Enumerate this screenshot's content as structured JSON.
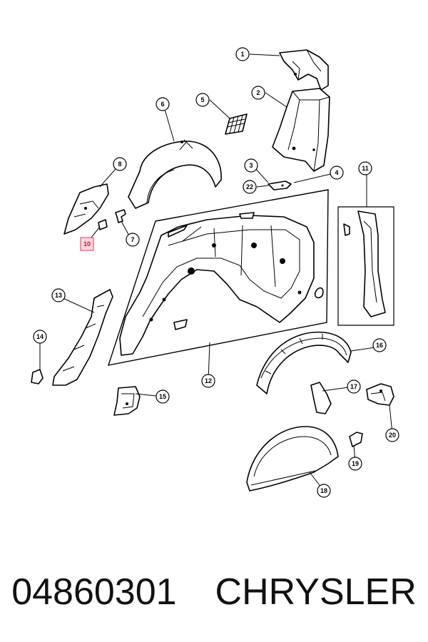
{
  "diagram": {
    "callouts": [
      {
        "id": "1",
        "label": "1"
      },
      {
        "id": "2",
        "label": "2"
      },
      {
        "id": "3",
        "label": "3"
      },
      {
        "id": "4",
        "label": "4"
      },
      {
        "id": "5",
        "label": "5"
      },
      {
        "id": "6",
        "label": "6"
      },
      {
        "id": "7",
        "label": "7"
      },
      {
        "id": "8",
        "label": "8"
      },
      {
        "id": "10",
        "label": "10",
        "highlighted": true
      },
      {
        "id": "11",
        "label": "11"
      },
      {
        "id": "12",
        "label": "12"
      },
      {
        "id": "13",
        "label": "13"
      },
      {
        "id": "14",
        "label": "14"
      },
      {
        "id": "15",
        "label": "15"
      },
      {
        "id": "16",
        "label": "16"
      },
      {
        "id": "17",
        "label": "17"
      },
      {
        "id": "18",
        "label": "18"
      },
      {
        "id": "19",
        "label": "19"
      },
      {
        "id": "20",
        "label": "20"
      },
      {
        "id": "22",
        "label": "22"
      }
    ],
    "highlight_color": "#e05a77"
  },
  "footer": {
    "part_number": "04860301",
    "brand": "CHRYSLER"
  }
}
